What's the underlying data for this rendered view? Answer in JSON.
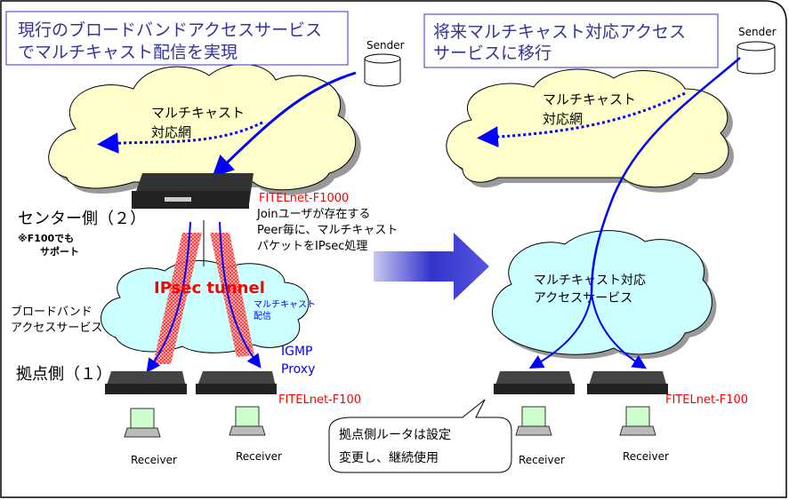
{
  "left": {
    "title_line1": "現行のブロードバンドアクセスサービス",
    "title_line2": "でマルチキャスト配信を実現",
    "sender": "Sender",
    "multicast_net_line1": "マルチキャスト",
    "multicast_net_line2": "対応網",
    "center_router": "FITELnet-F1000",
    "center_desc_line1": "Joinユーザが存在する",
    "center_desc_line2": "Peer毎に、マルチキャスト",
    "center_desc_line3": "パケットをIPsec処理",
    "center_side": "センター側（２）",
    "center_note_line1": "※F100でも",
    "center_note_line2": "サポート",
    "ipsec": "IPsec tunnel",
    "broadband_line1": "ブロードバンド",
    "broadband_line2": "アクセスサービス",
    "multicast_delivery_line1": "マルチキャスト",
    "multicast_delivery_line2": "配信",
    "igmp_line1": "IGMP",
    "igmp_line2": "Proxy",
    "branch_side": "拠点側（１）",
    "branch_router": "FITELnet-F100",
    "receiver1": "Receiver",
    "receiver2": "Receiver"
  },
  "right": {
    "title_line1": "将来マルチキャスト対応アクセス",
    "title_line2": "サービスに移行",
    "sender": "Sender",
    "multicast_net_line1": "マルチキャスト",
    "multicast_net_line2": "対応網",
    "access_line1": "マルチキャスト対応",
    "access_line2": "アクセスサービス",
    "branch_router": "FITELnet-F100",
    "callout_line1": "拠点側ルータは設定",
    "callout_line2": "変更し、継続使用",
    "receiver1": "Receiver",
    "receiver2": "Receiver"
  },
  "colors": {
    "title_text": "#333399",
    "router_label": "#ff0000",
    "flow": "#0000ff",
    "multicast_cloud": "#ffffcc",
    "access_cloud": "#ccffff"
  }
}
